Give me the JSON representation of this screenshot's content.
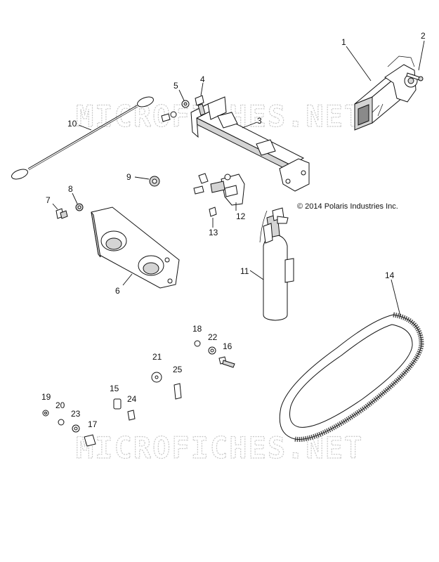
{
  "watermark": "MICROFICHES.NET",
  "copyright": "© 2014 Polaris Industries Inc.",
  "callouts": {
    "c1": "1",
    "c2": "2",
    "c3": "3",
    "c4": "4",
    "c5": "5",
    "c6": "6",
    "c7": "7",
    "c8": "8",
    "c9": "9",
    "c10": "10",
    "c11": "11",
    "c12": "12",
    "c13": "13",
    "c14": "14",
    "c15": "15",
    "c16": "16",
    "c17": "17",
    "c18": "18",
    "c19": "19",
    "c20": "20",
    "c21": "21",
    "c22": "22",
    "c23": "23",
    "c24": "24",
    "c25": "25"
  }
}
